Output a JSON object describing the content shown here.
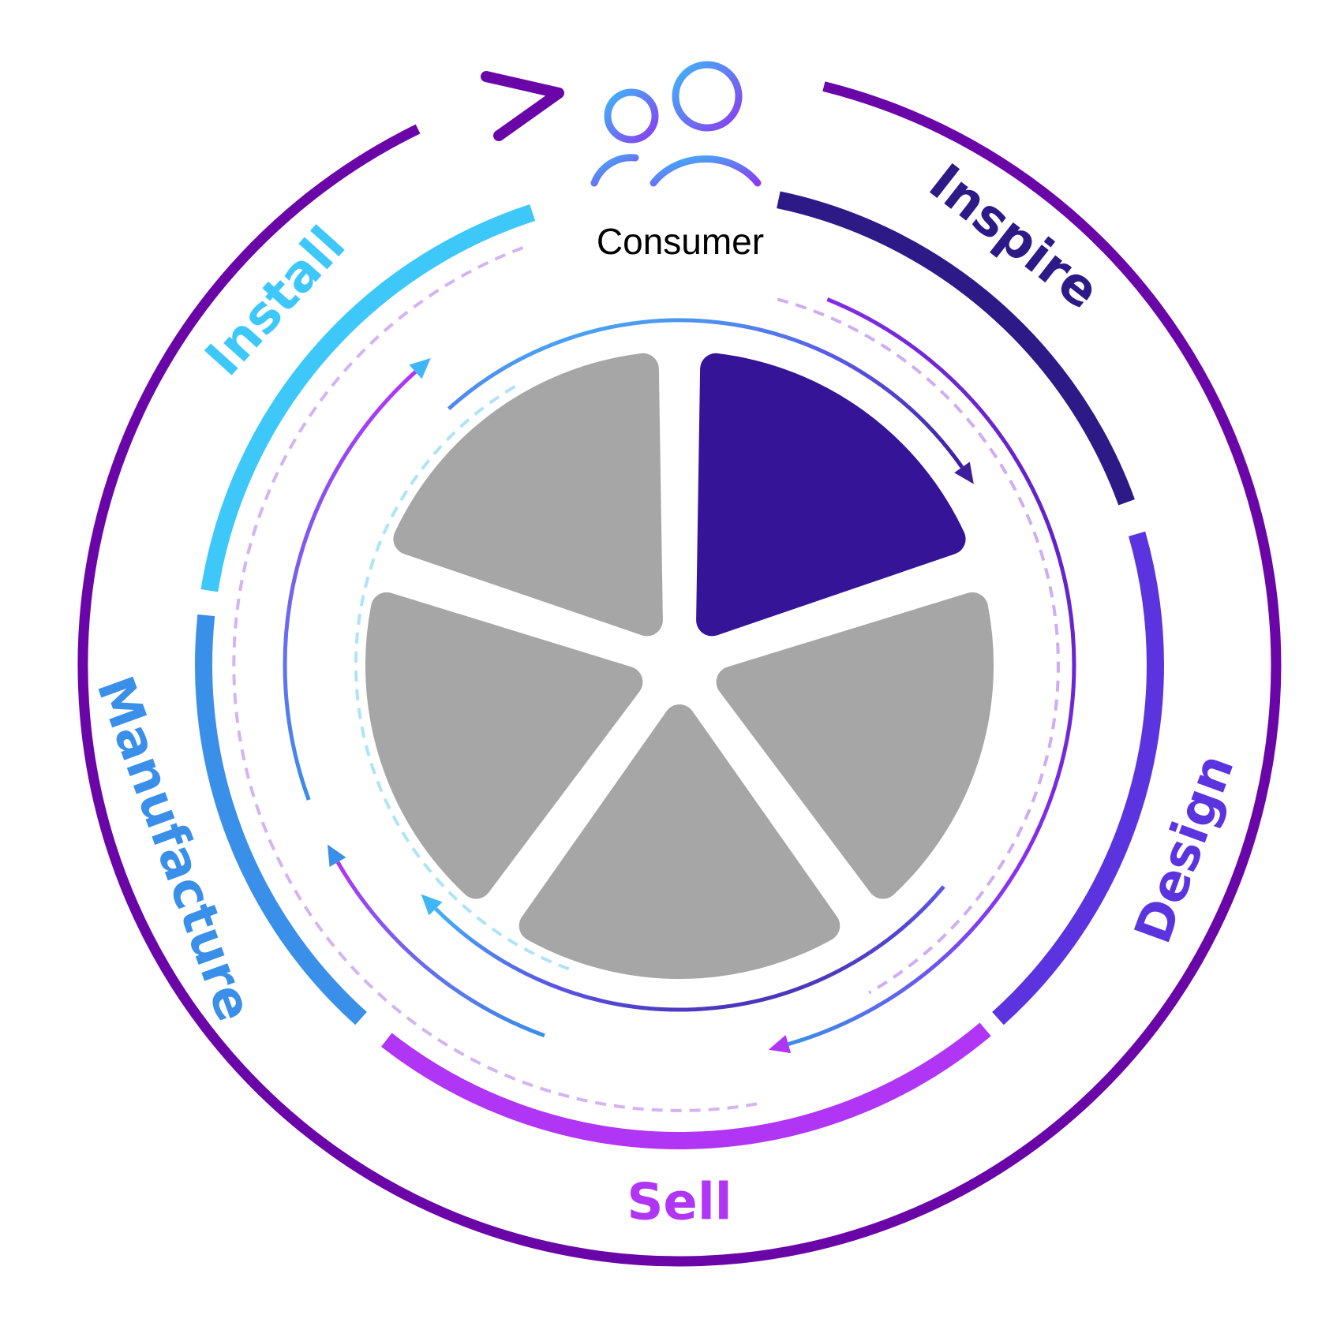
{
  "center": {
    "label": "Consumer"
  },
  "stages": [
    {
      "id": "inspire",
      "label": "Inspire",
      "color": "#2E1A87"
    },
    {
      "id": "design",
      "label": "Design",
      "color": "#5B34E0"
    },
    {
      "id": "sell",
      "label": "Sell",
      "color": "#B035F5"
    },
    {
      "id": "manufacture",
      "label": "Manufacture",
      "color": "#3A8FE8"
    },
    {
      "id": "install",
      "label": "Install",
      "color": "#3EC8FA"
    }
  ],
  "palette": {
    "outer_ring": "#6A06A8",
    "highlight_segment": "#351497",
    "grey_segment": "#A6A6A6",
    "icon_blue": "#3B9DF0",
    "icon_purple": "#8A3CF0"
  },
  "wheel": {
    "segments": 5,
    "highlighted_stage": "inspire"
  }
}
